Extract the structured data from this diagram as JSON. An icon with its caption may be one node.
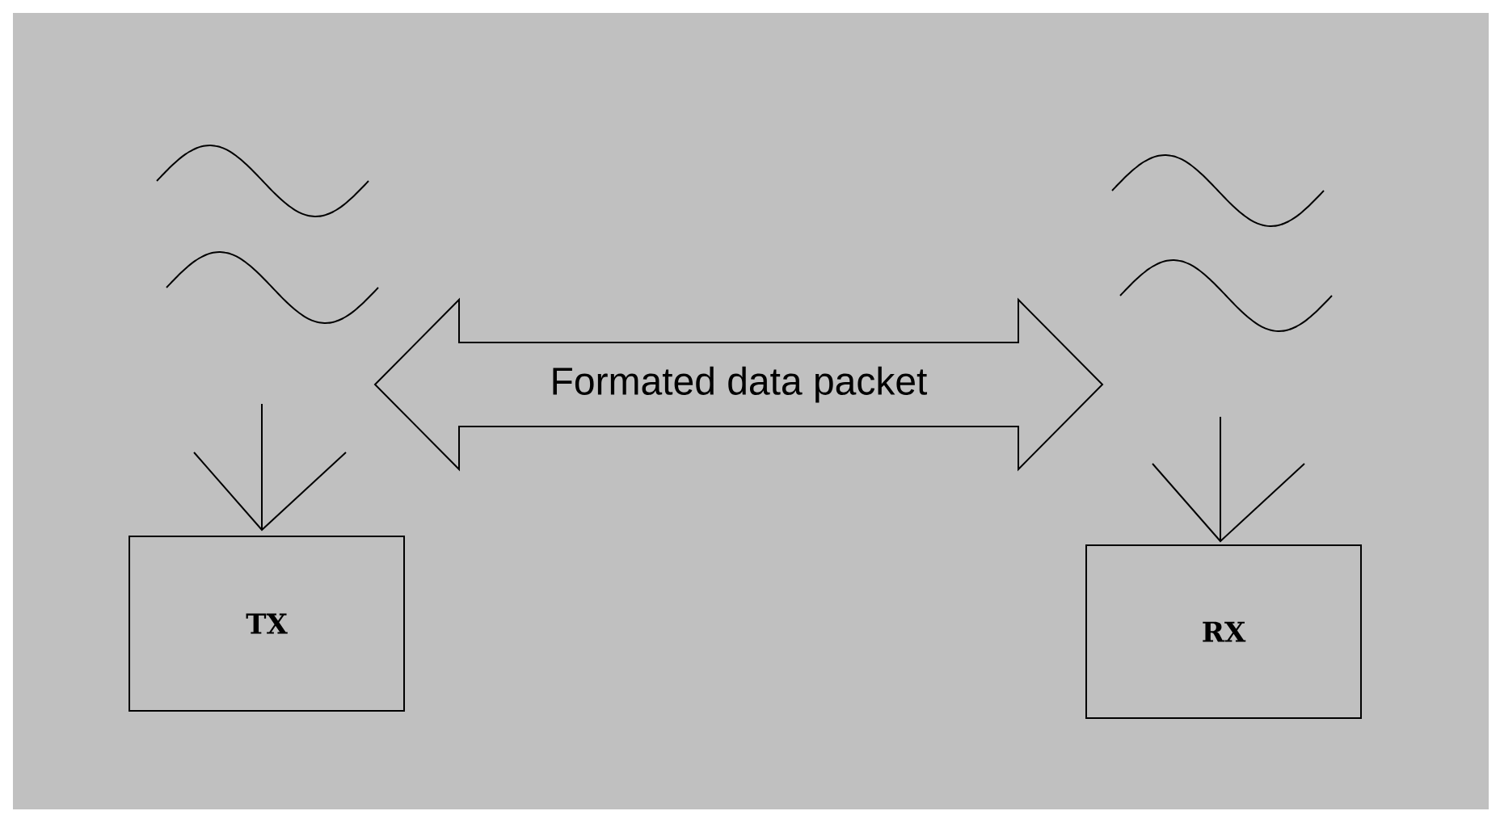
{
  "diagram": {
    "nodes": [
      {
        "text": [
          "TX"
        ]
      },
      {
        "text": [
          "RX"
        ]
      },
      {
        "text": [
          "Formated data packet"
        ]
      }
    ]
  }
}
